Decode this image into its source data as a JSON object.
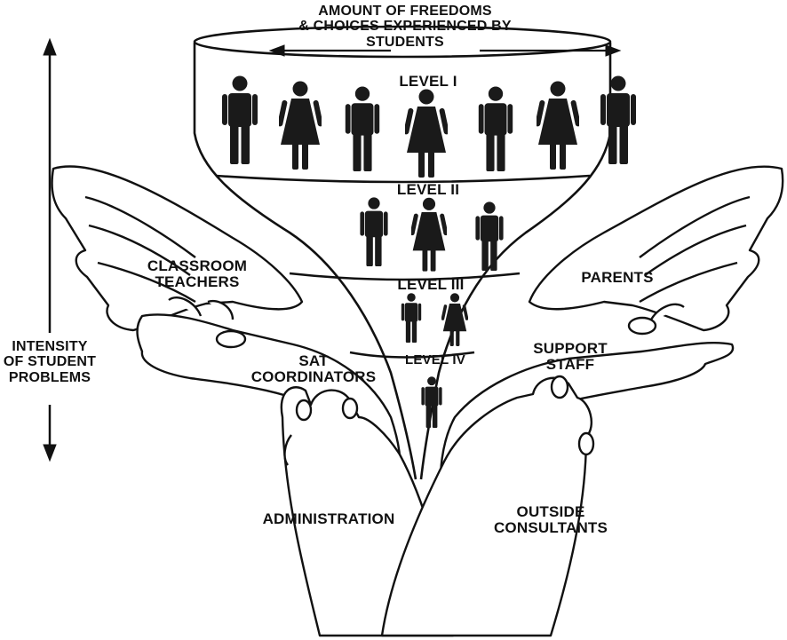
{
  "header": {
    "line1": "AMOUNT OF FREEDOMS",
    "line2": "& CHOICES EXPERIENCED BY",
    "line3": "STUDENTS"
  },
  "axis": {
    "line1": "INTENSITY",
    "line2": "OF STUDENT",
    "line3": "PROBLEMS"
  },
  "levels": [
    {
      "label": "LEVEL I",
      "figures": [
        "male",
        "female",
        "male",
        "female",
        "male",
        "female",
        "male"
      ]
    },
    {
      "label": "LEVEL II",
      "figures": [
        "male",
        "female",
        "male"
      ]
    },
    {
      "label": "LEVEL III",
      "figures": [
        "male",
        "female"
      ]
    },
    {
      "label": "LEVEL IV",
      "figures": [
        "male"
      ]
    }
  ],
  "hands": {
    "classroom": {
      "line1": "CLASSROOM",
      "line2": "TEACHERS"
    },
    "sat": {
      "line1": "SAT",
      "line2": "COORDINATORS"
    },
    "parents": {
      "line1": "PARENTS"
    },
    "support": {
      "line1": "SUPPORT",
      "line2": "STAFF"
    },
    "administration": {
      "line1": "ADMINISTRATION"
    },
    "outside": {
      "line1": "OUTSIDE",
      "line2": "CONSULTANTS"
    }
  },
  "colors": {
    "ink": "#111111",
    "paper": "#ffffff",
    "figure": "#1a1a1a"
  }
}
